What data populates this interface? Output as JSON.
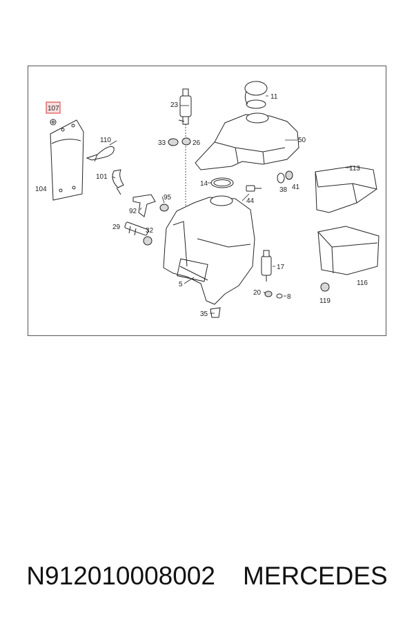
{
  "diagram": {
    "highlighted_label": "107",
    "labels": [
      "107",
      "104",
      "110",
      "101",
      "23",
      "11",
      "33",
      "26",
      "50",
      "113",
      "14",
      "38",
      "41",
      "95",
      "92",
      "44",
      "29",
      "32",
      "17",
      "5",
      "20",
      "8",
      "35",
      "116",
      "119"
    ]
  },
  "caption": {
    "part_number": "N912010008002",
    "brand": "MERCEDES"
  }
}
